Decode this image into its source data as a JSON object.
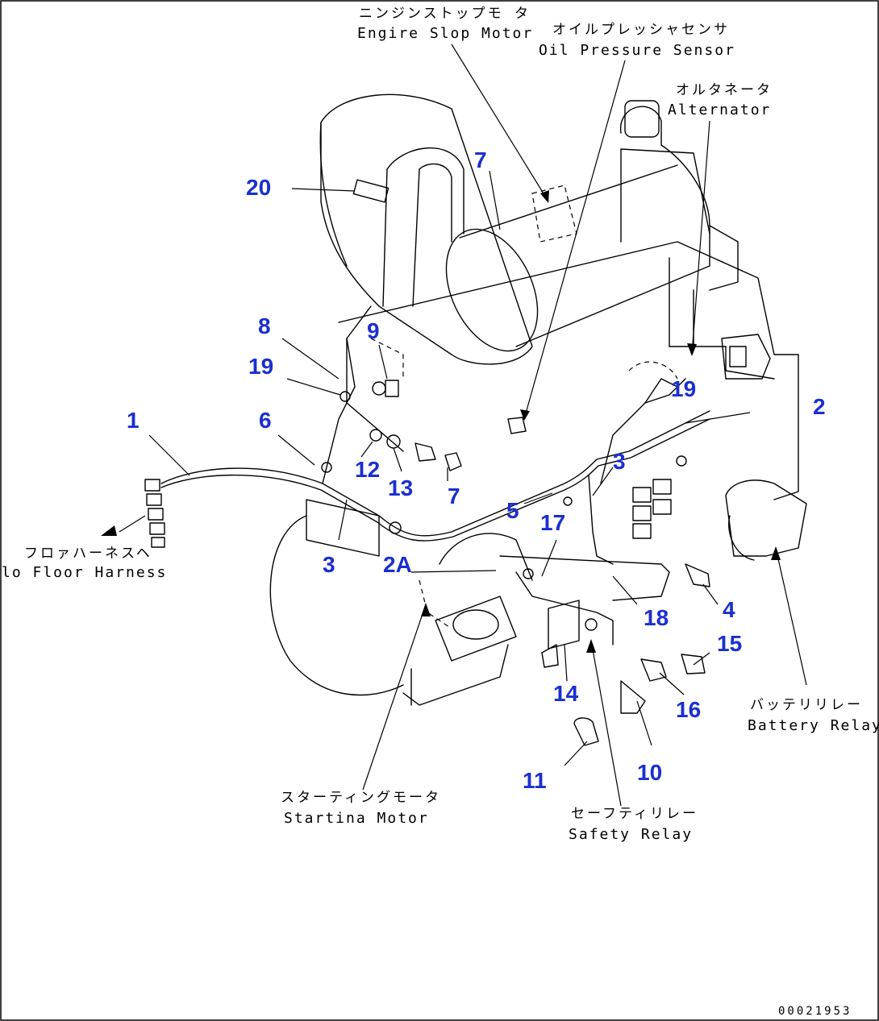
{
  "labels": {
    "engine_stop_motor_jp": "ニンジンストップモ タ",
    "engine_stop_motor_en": "Engire Slop Motor",
    "oil_pressure_sensor_jp": "オイルプレッシャセンサ",
    "oil_pressure_sensor_en": "Oil Pressure Sensor",
    "alternator_jp": "オルタネータ",
    "alternator_en": "Alternator",
    "floor_harness_jp": "フロァハーネスヘ",
    "floor_harness_en": "lo Floor Harness",
    "starting_motor_jp": "スターティングモータ",
    "starting_motor_en": "Startina Motor",
    "safety_relay_jp": "セーフティリレー",
    "safety_relay_en": "Safety Relay",
    "battery_relay_jp": "バッテリリレー",
    "battery_relay_en": "Battery Relay",
    "drawing_code": "00021953"
  },
  "part_numbers": {
    "p1": "1",
    "p2": "2",
    "p2a": "2A",
    "p3a": "3",
    "p3b": "3",
    "p4": "4",
    "p5": "5",
    "p6": "6",
    "p7a": "7",
    "p7b": "7",
    "p8": "8",
    "p9": "9",
    "p10": "10",
    "p11": "11",
    "p12": "12",
    "p13": "13",
    "p14": "14",
    "p15": "15",
    "p16": "16",
    "p17": "17",
    "p18": "18",
    "p19a": "19",
    "p19b": "19",
    "p20": "20"
  }
}
